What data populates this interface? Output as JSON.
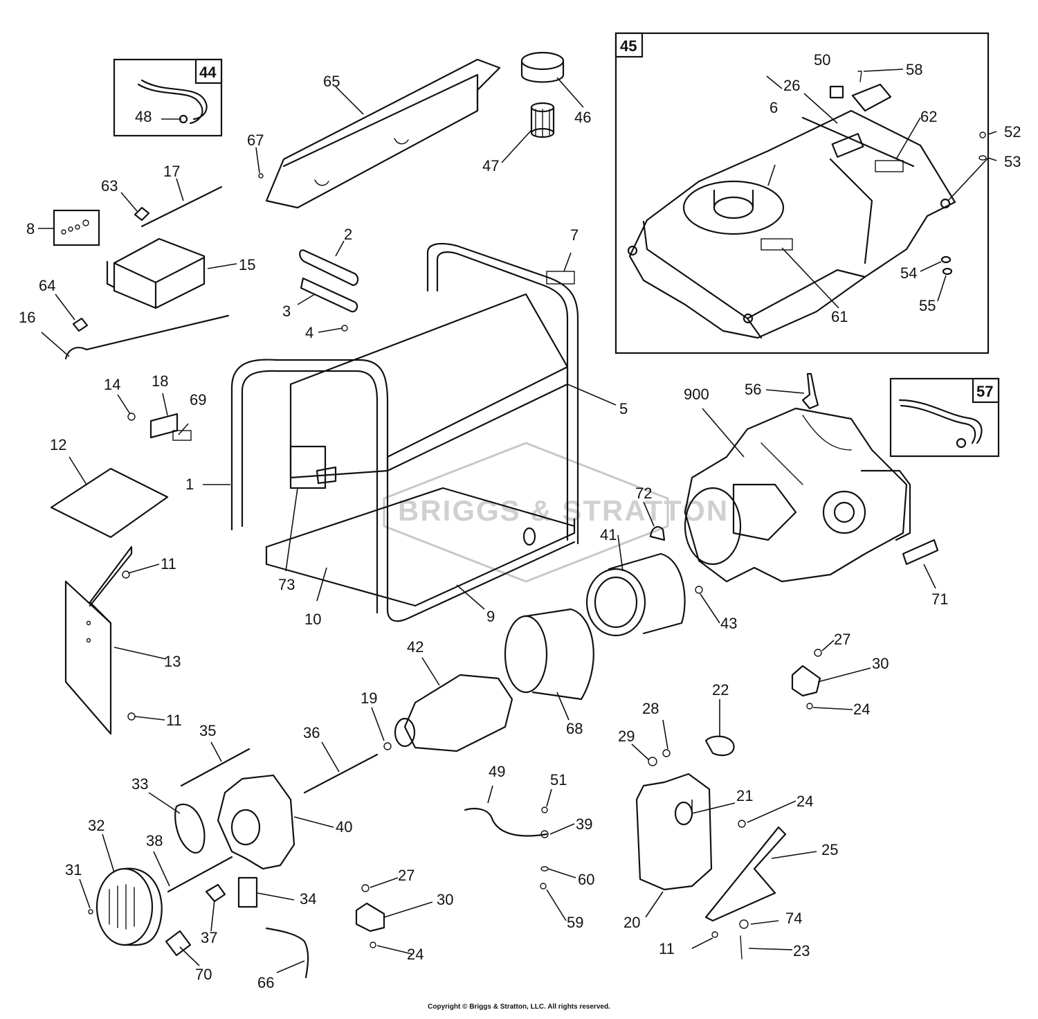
{
  "callouts": {
    "p1": "1",
    "p2": "2",
    "p3": "3",
    "p4": "4",
    "p5": "5",
    "p6": "6",
    "p7": "7",
    "p8": "8",
    "p9": "9",
    "p10": "10",
    "p11a": "11",
    "p11b": "11",
    "p11c": "11",
    "p12": "12",
    "p13": "13",
    "p14": "14",
    "p15": "15",
    "p16": "16",
    "p17": "17",
    "p18": "18",
    "p19": "19",
    "p20": "20",
    "p21": "21",
    "p22": "22",
    "p23": "23",
    "p24a": "24",
    "p24b": "24",
    "p24c": "24",
    "p25": "25",
    "p26": "26",
    "p27a": "27",
    "p27b": "27",
    "p28": "28",
    "p29": "29",
    "p30a": "30",
    "p30b": "30",
    "p31": "31",
    "p32": "32",
    "p33": "33",
    "p34": "34",
    "p35": "35",
    "p36": "36",
    "p37": "37",
    "p38": "38",
    "p39": "39",
    "p40": "40",
    "p41": "41",
    "p42": "42",
    "p43": "43",
    "p44": "44",
    "p45": "45",
    "p46": "46",
    "p47": "47",
    "p48": "48",
    "p49": "49",
    "p50": "50",
    "p51": "51",
    "p52": "52",
    "p53": "53",
    "p54": "54",
    "p55": "55",
    "p56": "56",
    "p57": "57",
    "p58": "58",
    "p59": "59",
    "p60": "60",
    "p61": "61",
    "p62": "62",
    "p63": "63",
    "p64": "64",
    "p65": "65",
    "p66": "66",
    "p67": "67",
    "p68": "68",
    "p69": "69",
    "p70": "70",
    "p71": "71",
    "p72": "72",
    "p73": "73",
    "p74": "74",
    "p900": "900"
  },
  "watermark": "BRIGGS & STRATTON",
  "copyright": "Copyright © Briggs & Stratton, LLC. All rights reserved."
}
